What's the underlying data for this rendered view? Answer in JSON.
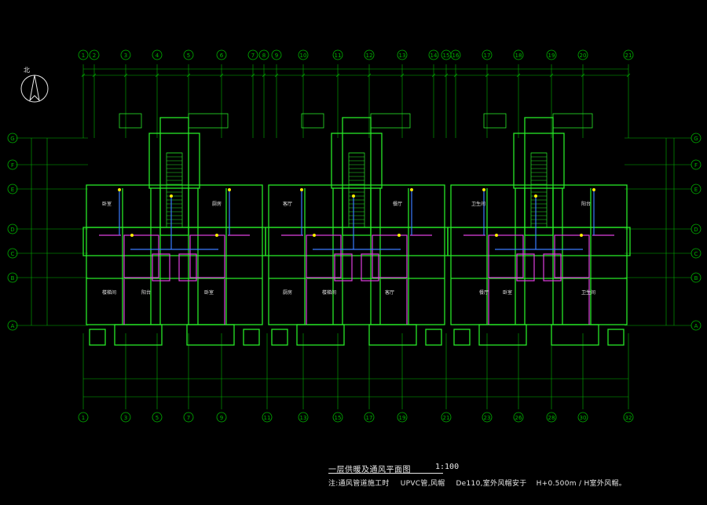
{
  "drawing": {
    "title": "一层供暖及通风平面图",
    "scale": "1:100",
    "note_label": "注:通风管道施工时",
    "note_material": "UPVC管,风帽",
    "note_spec": "De110,室外风帽安于",
    "note_height": "H+0.500m / H室外风帽。"
  },
  "north_label": "北",
  "axis_labels_top": [
    "1",
    "2",
    "3",
    "4",
    "5",
    "6",
    "7",
    "8",
    "9",
    "10",
    "11",
    "12",
    "13",
    "14",
    "15",
    "16",
    "17",
    "18",
    "19",
    "20",
    "21"
  ],
  "axis_labels_bottom": [
    "1",
    "3",
    "5",
    "7",
    "9",
    "11",
    "13",
    "15",
    "17",
    "19",
    "21",
    "23",
    "26",
    "28",
    "30",
    "32"
  ],
  "axis_labels_side": [
    "G",
    "F",
    "E",
    "D",
    "C",
    "B",
    "A"
  ],
  "room_labels": [
    "卧室",
    "厨房",
    "客厅",
    "餐厅",
    "卫生间",
    "阳台",
    "楼梯间"
  ],
  "colors": {
    "background": "#000000",
    "grid": "#00b400",
    "wall": "#27e827",
    "pipe": "#e040e0",
    "duct": "#3a7bff",
    "text": "#e8e8e8",
    "marker": "#ffee00"
  }
}
